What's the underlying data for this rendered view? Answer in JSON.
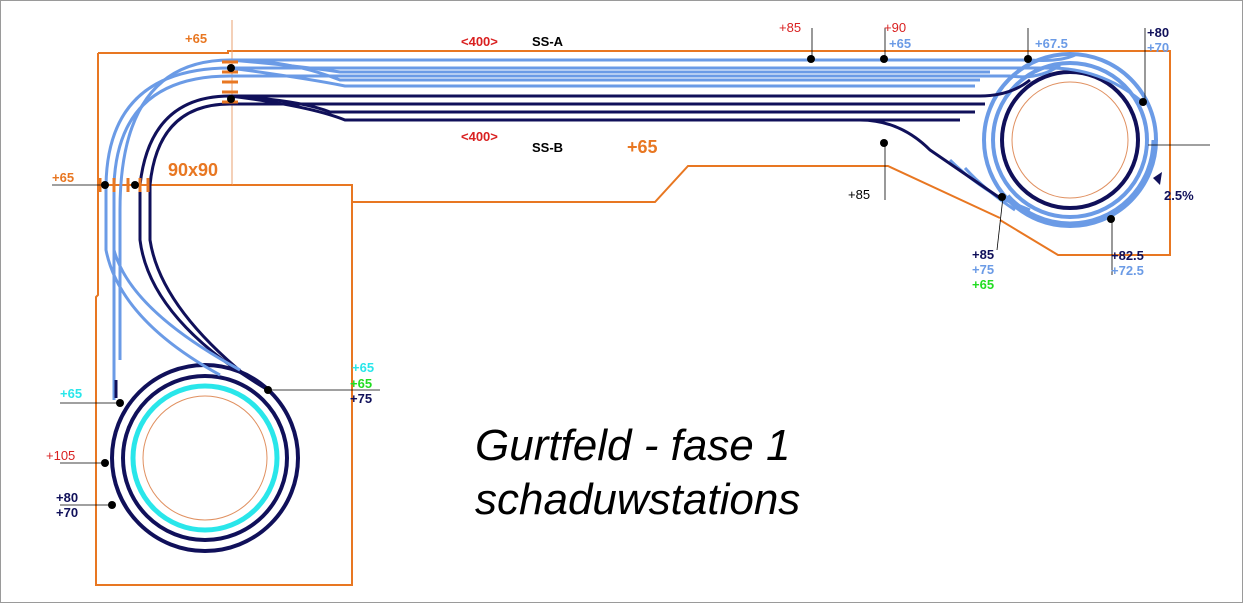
{
  "title": {
    "line1": "Gurtfeld - fase 1",
    "line2": "schaduwstations"
  },
  "stations": {
    "a_length": "<400>",
    "a_name": "SS-A",
    "b_length": "<400>",
    "b_name": "SS-B"
  },
  "board": {
    "size_label": "90x90",
    "level_center": "+65"
  },
  "labels": {
    "top_left": "+65",
    "left_side": "+65",
    "top_mid_85": "+85",
    "top_mid_90": "+90",
    "top_mid_65": "+65",
    "right_675": "+67.5",
    "right_80": "+80",
    "right_70": "+70",
    "grade": "2.5%",
    "mid_85": "+85",
    "helix_r_85": "+85",
    "helix_r_75": "+75",
    "helix_r_65": "+65",
    "helix_r_825": "+82.5",
    "helix_r_725": "+72.5",
    "junction_65a": "+65",
    "junction_65b": "+65",
    "junction_75": "+75",
    "helix_l_65": "+65",
    "helix_l_105": "+105",
    "helix_l_80": "+80",
    "helix_l_70": "+70"
  },
  "colors": {
    "board": "#e87722",
    "track_dark": "#10105a",
    "track_light": "#6b9be6",
    "track_cyan": "#29e6ea",
    "label_red": "#d92020",
    "label_orange": "#e87722",
    "label_dark": "#10105a",
    "label_light": "#6b9be6",
    "label_green": "#22dd22",
    "label_cyan": "#29e6ea",
    "label_black": "#000000"
  }
}
